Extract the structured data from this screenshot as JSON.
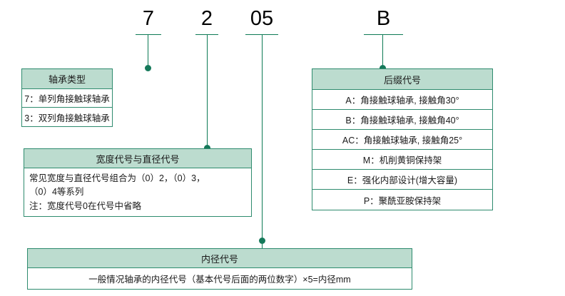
{
  "diagram": {
    "title_codes": [
      {
        "name": "type-code",
        "text": "7"
      },
      {
        "name": "width-code",
        "text": "2"
      },
      {
        "name": "bore-code",
        "text": "05"
      },
      {
        "name": "suffix-code",
        "text": "B"
      }
    ],
    "accent_color": "#0d7a55",
    "header_fill": "#bcdccf",
    "border_color": "#2e8b6e",
    "tables": {
      "bearing_type": {
        "header": "轴承类型",
        "rows": [
          "7：单列角接触球轴承",
          "3：双列角接触球轴承"
        ]
      },
      "width_diameter": {
        "header": "宽度代号与直径代号",
        "lines": [
          "常见宽度与直径代号组合为（0）2，（0）3，",
          "（0）4等系列",
          "注：宽度代号0在代号中省略"
        ]
      },
      "suffix": {
        "header": "后缀代号",
        "rows": [
          "A：角接触球轴承, 接触角30°",
          "B：角接触球轴承, 接触角40°",
          "AC：角接触球轴承, 接触角25°",
          "M：机削黄铜保持架",
          "E：强化内部设计(增大容量)",
          "P：聚酰亚胺保持架"
        ]
      },
      "bore": {
        "header": "内径代号",
        "rows": [
          "一般情况轴承的内径代号（基本代号后面的两位数字）×5=内径mm"
        ]
      }
    }
  }
}
